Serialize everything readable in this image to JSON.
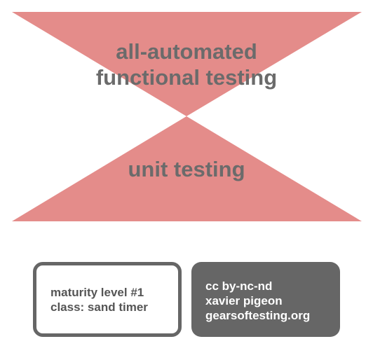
{
  "diagram": {
    "top_triangle": {
      "label_lines": [
        "all-automated",
        "functional testing"
      ],
      "color": "#e48c8a"
    },
    "bottom_triangle": {
      "label_lines": [
        "unit testing"
      ],
      "color": "#e48c8a"
    },
    "label_color": "#6b6b6b"
  },
  "maturity_box": {
    "lines": [
      "maturity level #1",
      "class: sand timer"
    ]
  },
  "credits_box": {
    "lines": [
      "cc by-nc-nd",
      "xavier pigeon",
      "gearsoftesting.org"
    ]
  }
}
